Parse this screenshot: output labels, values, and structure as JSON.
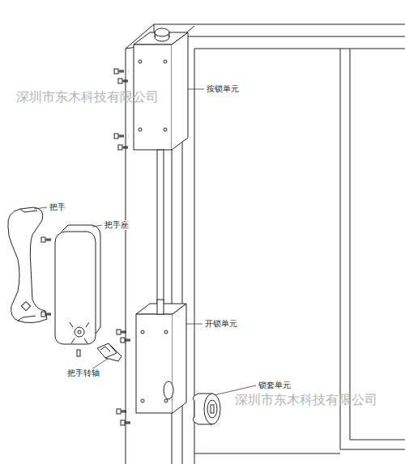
{
  "diagram": {
    "labels": [
      "深圳市东木科技有限公司",
      "按锁单元",
      "把手",
      "把手座",
      "开锁单元",
      "把手转轴",
      "锁套单元",
      "深圳市东木科技有限公司"
    ]
  }
}
